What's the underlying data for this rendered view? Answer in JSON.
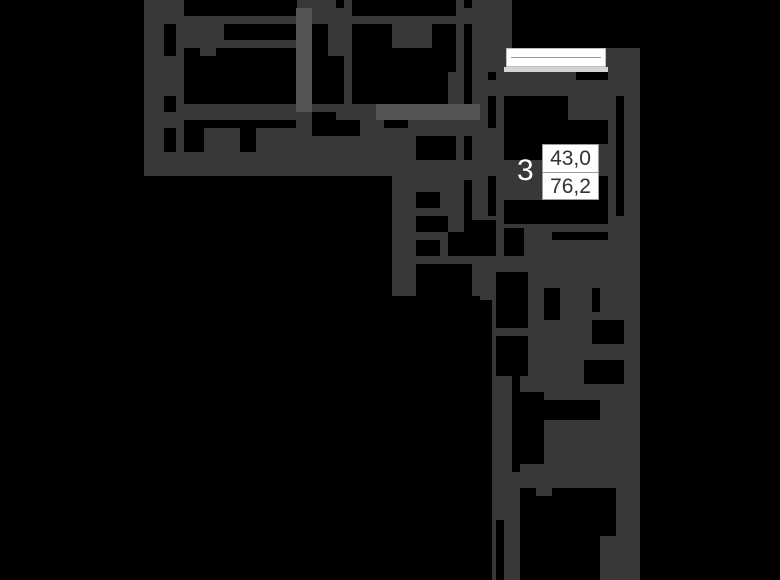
{
  "plan": {
    "type": "apartment-floor-plan",
    "colors": {
      "background": "#000000",
      "walls": "#383838",
      "highlight_wall": "#545454",
      "label_box": "#ffffff",
      "label_text": "#333333",
      "room_number_text": "#ffffff"
    },
    "unit": {
      "rooms_count": "3",
      "living_area": "43,0",
      "total_area": "76,2"
    }
  }
}
